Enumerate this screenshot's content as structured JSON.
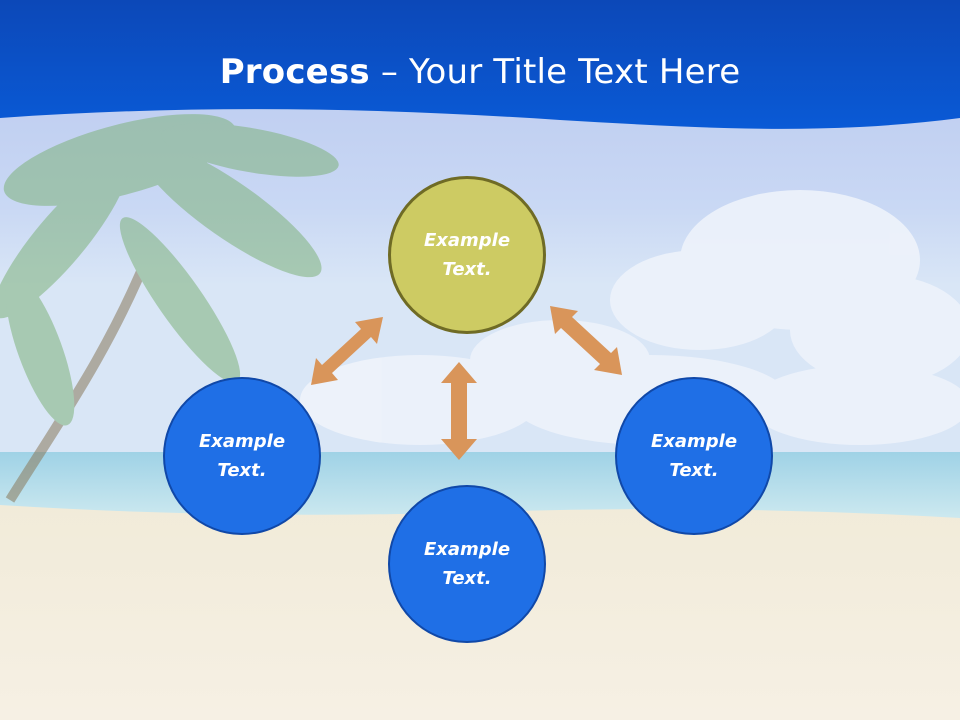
{
  "title": {
    "bold": "Process",
    "rest": " – Your Title Text Here"
  },
  "nodes": [
    {
      "id": "top",
      "label": "Example\nText."
    },
    {
      "id": "left",
      "label": "Example\nText."
    },
    {
      "id": "right",
      "label": "Example\nText."
    },
    {
      "id": "bottom",
      "label": "Example\nText."
    }
  ],
  "colors": {
    "header_blue": "#0a55cf",
    "node_blue": "#1f6fe6",
    "node_olive": "#cdcb63",
    "arrow": "#d9955a"
  }
}
